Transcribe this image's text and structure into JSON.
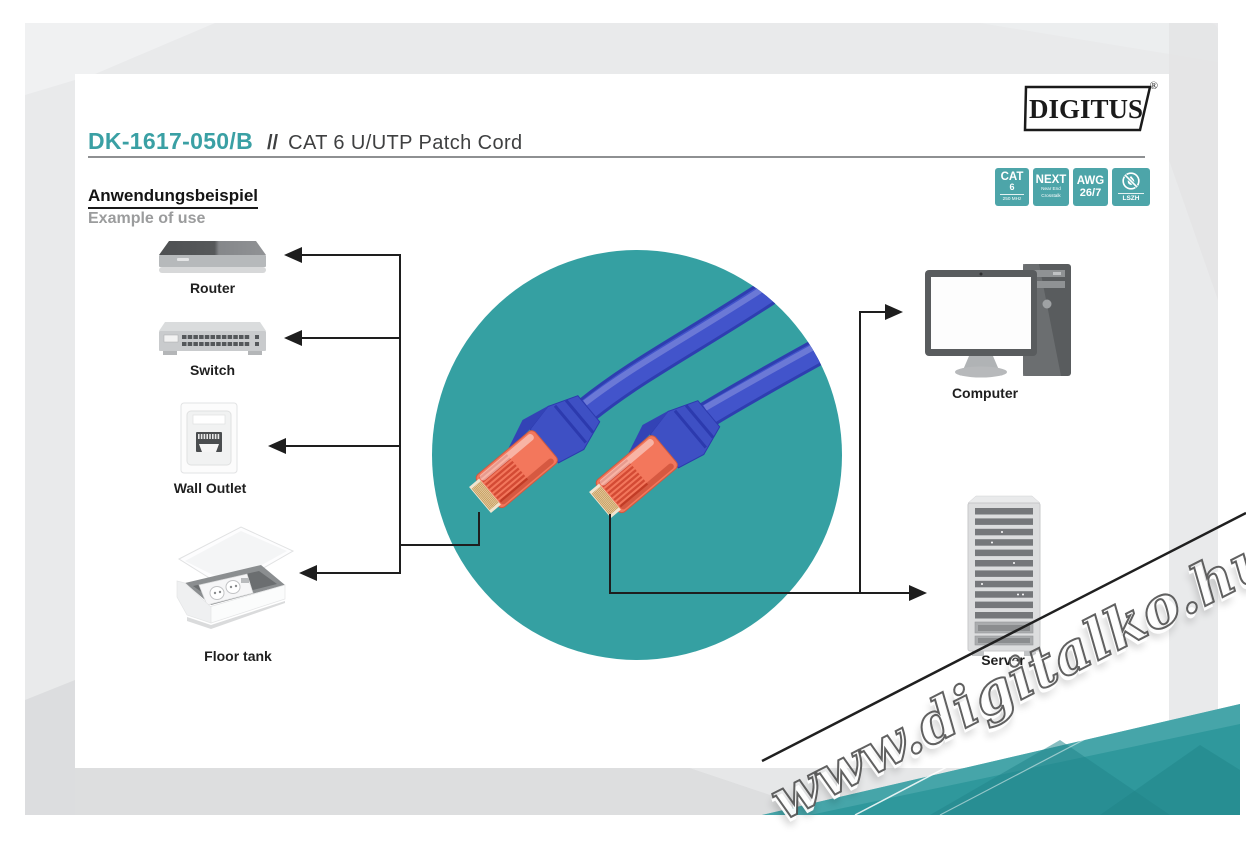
{
  "brand": {
    "name": "DIGITUS",
    "registered": "®"
  },
  "header": {
    "product_code": "DK-1617-050/B",
    "separator": "//",
    "product_title": "CAT 6 U/UTP Patch Cord"
  },
  "badges": {
    "cat": {
      "top": "CAT",
      "mid": "6",
      "bottom": "250 MHz"
    },
    "next": {
      "top": "NEXT",
      "line1": "Near End",
      "line2": "Crosstalk"
    },
    "awg": {
      "top": "AWG",
      "bottom": "26/7"
    },
    "lszh": {
      "label": "LSZH"
    }
  },
  "section": {
    "heading_de": "Anwendungsbeispiel",
    "heading_en": "Example of use"
  },
  "diagram": {
    "left_devices": [
      {
        "label": "Router"
      },
      {
        "label": "Switch"
      },
      {
        "label": "Wall Outlet"
      },
      {
        "label": "Floor tank"
      }
    ],
    "right_devices": [
      {
        "label": "Computer"
      },
      {
        "label": "Server"
      }
    ]
  },
  "watermark": {
    "text": "www.digitalko.hu"
  },
  "colors": {
    "accent_teal": "#3aa0a4",
    "badge_teal": "#4da5a9",
    "circle_teal": "#35a0a2",
    "cable_blue": "#3e50c4",
    "connector_orange": "#f3775c",
    "corner_wedge_teal": "#2f989c"
  }
}
